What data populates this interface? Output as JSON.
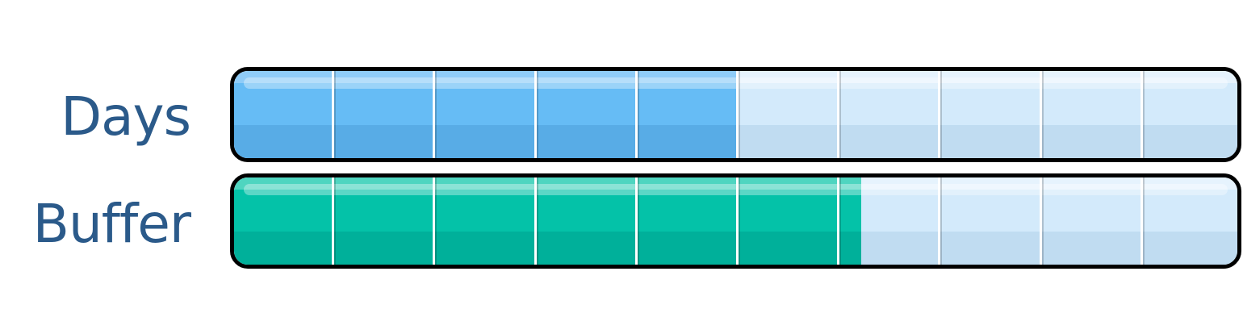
{
  "rows": [
    {
      "label": "Days",
      "segments_total": 10,
      "segments_filled": 5,
      "fill_color": "#66bcf5"
    },
    {
      "label": "Buffer",
      "segments_total": 10,
      "segments_filled": 6.25,
      "fill_color": "#04c2a8"
    }
  ],
  "colors": {
    "label": "#2b5a8a",
    "track": "#d3eafb",
    "border": "#000000"
  }
}
